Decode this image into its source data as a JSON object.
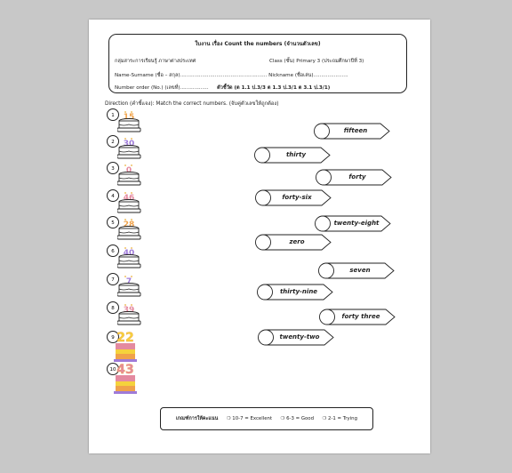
{
  "header": {
    "title": "ใบงาน เรื่อง Count the numbers (จำนวนตัวเลข)",
    "group_label": "กลุ่มสาระการเรียนรู้ ภาษาต่างประเทศ",
    "class_label": "Class (ชั้น) Primary 3 (ประถมศึกษาปีที่ 3)",
    "name_label": "Name-Surname (ชื่อ – สกุล)....................................................... Nickname (ชื่อเล่น)......................",
    "number_label": "Number order (No.) (เลขที่)..................",
    "indicator_label": "ตัวชี้วัด (ต 1.1 ป.3/3 ต 1.3 ป.3/1 ต 3.1 ป.3/1)"
  },
  "direction": "Direction (คำชี้แจง): Match the correct numbers. (จับคู่ตัวเลขให้ถูกต้อง)",
  "cakes": [
    {
      "number": "1",
      "digits": "15"
    },
    {
      "number": "2",
      "digits": "30"
    },
    {
      "number": "3",
      "digits": "0"
    },
    {
      "number": "4",
      "digits": "46"
    },
    {
      "number": "5",
      "digits": "28"
    },
    {
      "number": "6",
      "digits": "40"
    },
    {
      "number": "7",
      "digits": "7"
    },
    {
      "number": "8",
      "digits": "39"
    },
    {
      "number": "9",
      "digits": "22"
    },
    {
      "number": "10",
      "digits": "43"
    }
  ],
  "answers": [
    {
      "label": "fifteen",
      "side": "right"
    },
    {
      "label": "thirty",
      "side": "left"
    },
    {
      "label": "forty",
      "side": "right"
    },
    {
      "label": "forty-six",
      "side": "left"
    },
    {
      "label": "twenty-eight",
      "side": "right"
    },
    {
      "label": "zero",
      "side": "left"
    },
    {
      "label": "seven",
      "side": "right"
    },
    {
      "label": "thirty-nine",
      "side": "left"
    },
    {
      "label": "forty three",
      "side": "right"
    },
    {
      "label": "twenty-two",
      "side": "left"
    }
  ],
  "criteria": {
    "title": "เกณฑ์การให้คะแนน",
    "levels": [
      "10-7 = Excellent",
      "6-3 = Good",
      "2-1 = Trying"
    ]
  },
  "colors": {
    "border": "#222222",
    "cake_pink": "#e48aa0",
    "cake_orange": "#f0a24a",
    "cake_purple": "#9f7bd8",
    "cake_yellow": "#f5d23c"
  }
}
